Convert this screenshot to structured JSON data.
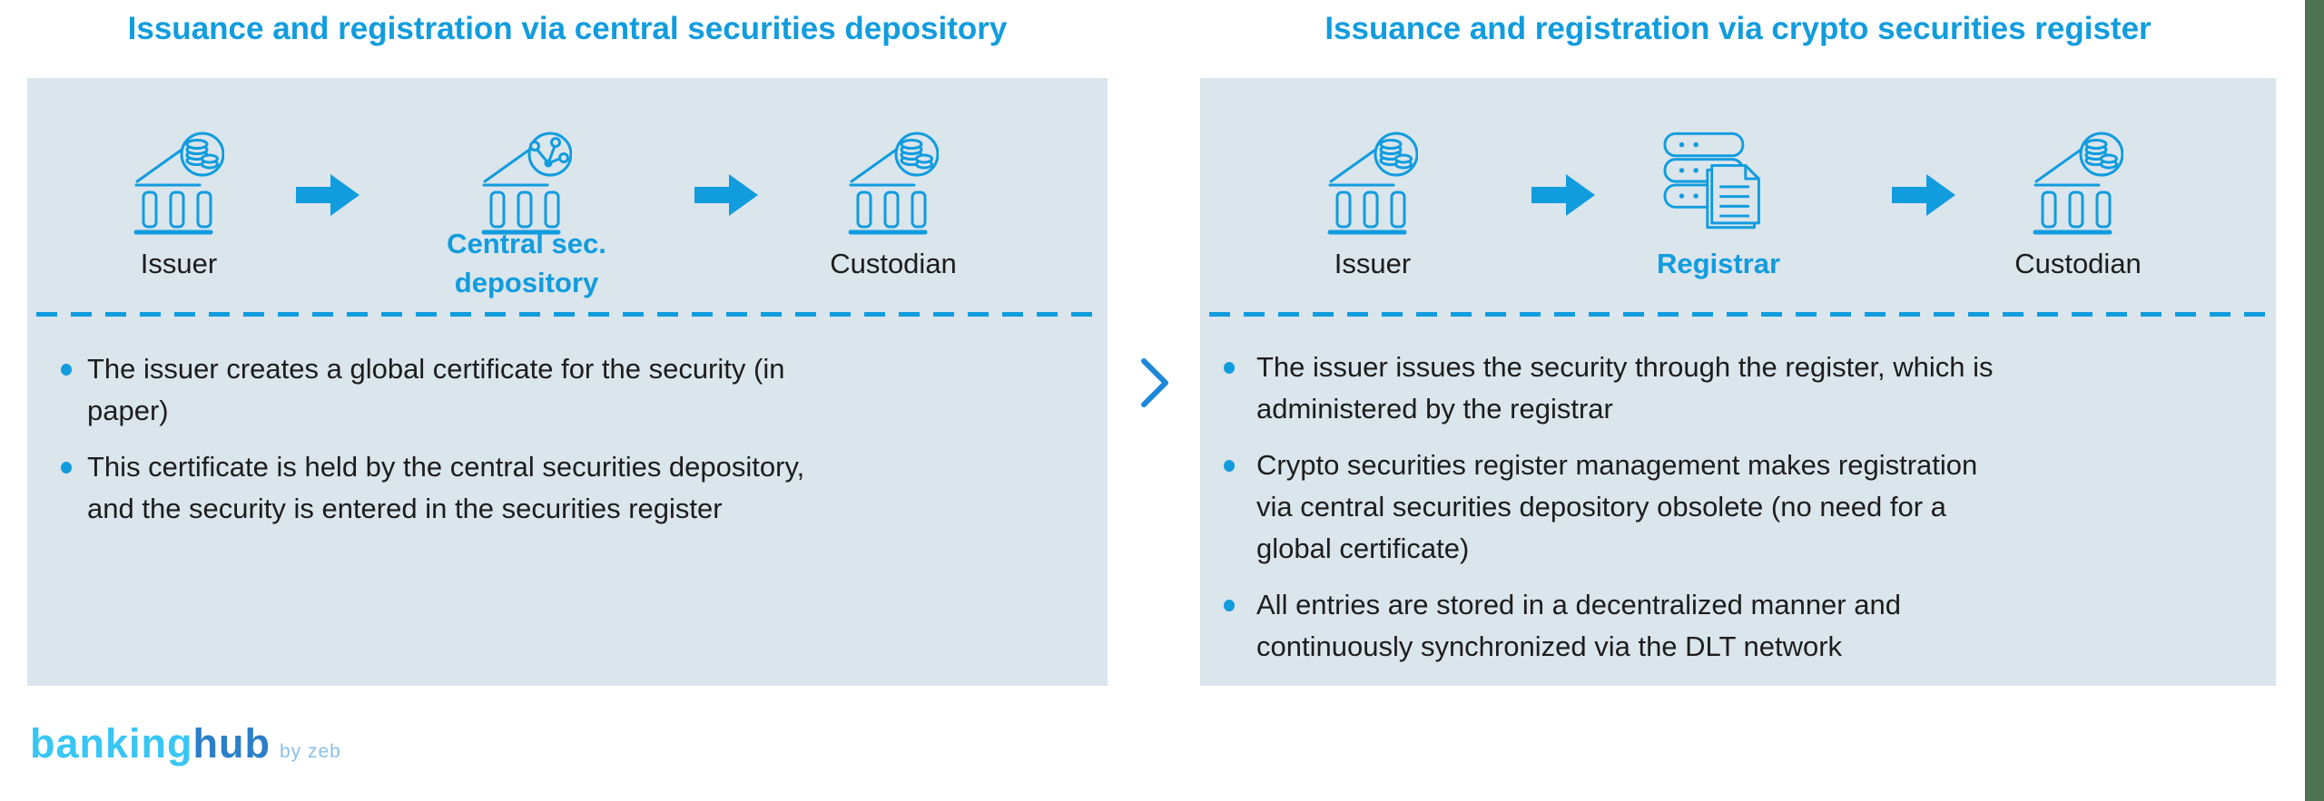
{
  "titles": {
    "left": "Issuance and registration via central securities depository",
    "right": "Issuance and registration via crypto securities register"
  },
  "panels": [
    {
      "title": "Issuance and registration via central securities depository",
      "items": [
        {
          "icon": "bank-coins-icon",
          "label": "Issuer"
        },
        {
          "icon": "bank-network-icon",
          "label": "Central sec.\ndepository"
        },
        {
          "icon": "bank-coins-icon",
          "label": "Custodian"
        }
      ],
      "bullets": [
        "The issuer creates a global certificate for the security (in\npaper)",
        "This certificate is held by the central securities depository,\nand the security is entered in the securities register"
      ]
    },
    {
      "title": "Issuance and registration via crypto securities register",
      "items": [
        {
          "icon": "bank-coins-icon",
          "label": "Issuer"
        },
        {
          "icon": "server-document-icon",
          "label": "Registrar"
        },
        {
          "icon": "bank-coins-icon",
          "label": "Custodian"
        }
      ],
      "bullets": [
        "The issuer issues the security through the register, which is\nadministered by the registrar",
        "Crypto securities register management makes registration\nvia central securities depository obsolete (no need for a\nglobal certificate)",
        "All entries are stored in a decentralized manner and\ncontinuously synchronized via the DLT network"
      ]
    }
  ],
  "logo": {
    "word1": "banking",
    "word2": "hub",
    "byline": "by zeb"
  },
  "colors": {
    "accent": "#119cde",
    "panel_bg": "#dae5ec",
    "text": "#1d1d1d",
    "chevron": "#1d87d9",
    "green": "#4d7352",
    "logo_cyan": "#38c6f4",
    "logo_blue": "#2b7fc9",
    "logo_light": "#8abfe8"
  }
}
